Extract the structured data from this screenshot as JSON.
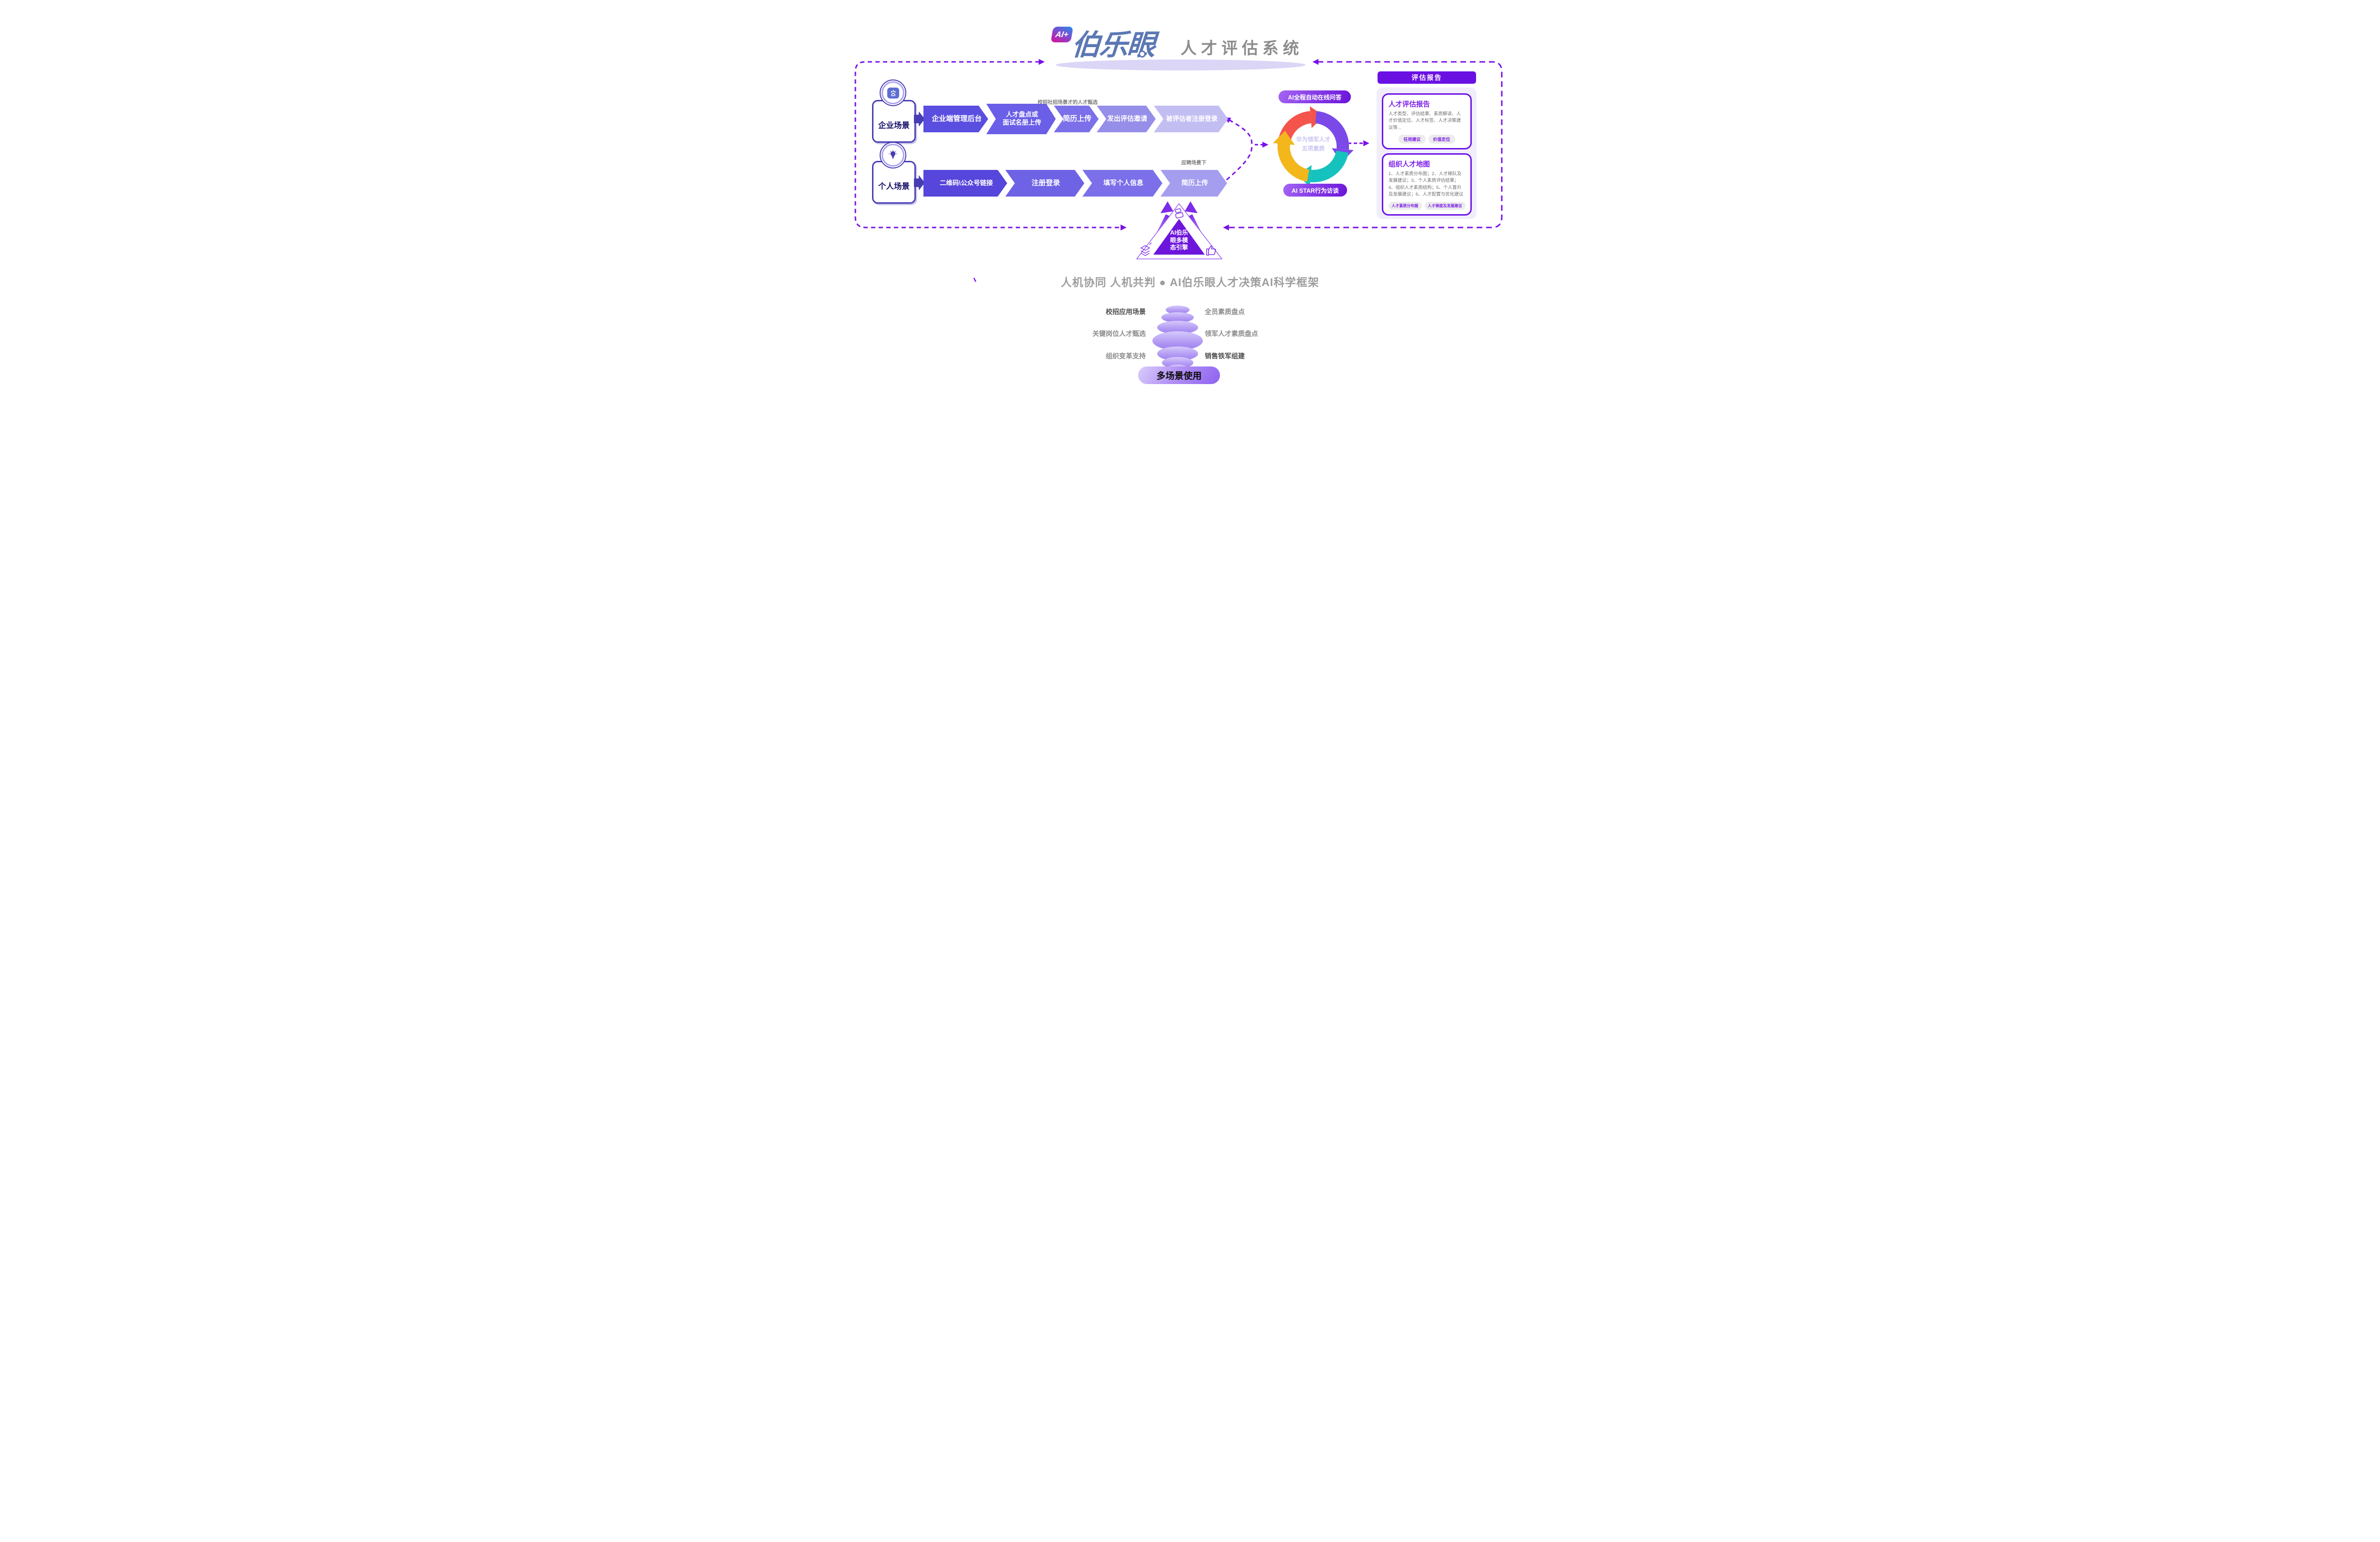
{
  "title": {
    "badge": "AI+",
    "brand": "伯乐眼",
    "suffix": "人才评估系统"
  },
  "colors": {
    "accent_purple": "#7a10e8",
    "indigo": "#473db3",
    "brand_blue": "#5b78b4",
    "panel_purple": "#6b10e3",
    "cycle_red": "#f4544c",
    "cycle_purple": "#7b49e8",
    "cycle_teal": "#16c2be",
    "cycle_yellow": "#f3b71b"
  },
  "enterprise_flow": {
    "label": "企业场景",
    "caption": "校招社招场景才的人才甄选",
    "steps": [
      {
        "label": "企业端管理后台",
        "color": "#5a4ee0"
      },
      {
        "label": "人才盘点或\n面试名册上传",
        "color": "#6a5fe6"
      },
      {
        "label": "简历上传",
        "color": "#7b70e9"
      },
      {
        "label": "发出评估邀请",
        "color": "#968fe9"
      },
      {
        "label": "被评估者注册登录",
        "color": "#c3bef2"
      }
    ]
  },
  "personal_flow": {
    "label": "个人场景",
    "caption": "应聘场景下",
    "steps": [
      {
        "label": "二维码\\公众号链接",
        "color": "#5646db"
      },
      {
        "label": "注册登录",
        "color": "#6e62e5"
      },
      {
        "label": "填写个人信息",
        "color": "#7b70e9"
      },
      {
        "label": "简历上传",
        "color": "#a59eee"
      }
    ]
  },
  "cycle": {
    "top_pill": "AI全程自动在线问答",
    "bottom_pill": "AI STAR行为访谈",
    "center_line1": "华为领军人才",
    "center_line2": "五项素质"
  },
  "report_panel": {
    "header": "评估报告",
    "cards": [
      {
        "title": "人才评估报告",
        "body": "人才类型、评估结果、素质解读、人才价值定位、人才标签、人才决策建议等...",
        "tags": [
          "任用建议",
          "价值定位"
        ]
      },
      {
        "title": "组织人才地图",
        "body": "1、人才素质分布图；2、人才梯队及发展建议；3、个人素质评估结果；4、组织人才素质结构；5、个人晋升及发展建议；6、人才配置与优化建议",
        "tags": [
          "人才素质分布图",
          "人才梯度及发展建议"
        ]
      }
    ]
  },
  "engine": {
    "lines": [
      "AI伯乐",
      "眼多模",
      "态引擎"
    ]
  },
  "framework_title": "人机协同 人机共判 ● AI伯乐眼人才决策AI科学框架",
  "scenarios": {
    "left": [
      {
        "label": "校招应用场景"
      },
      {
        "label": "关键岗位人才甄选"
      },
      {
        "label": "组织变革支持"
      }
    ],
    "right": [
      {
        "label": "全员素质盘点"
      },
      {
        "label": "领军人才素质盘点"
      },
      {
        "label": "销售铁军组建"
      }
    ],
    "button": "多场景使用"
  }
}
